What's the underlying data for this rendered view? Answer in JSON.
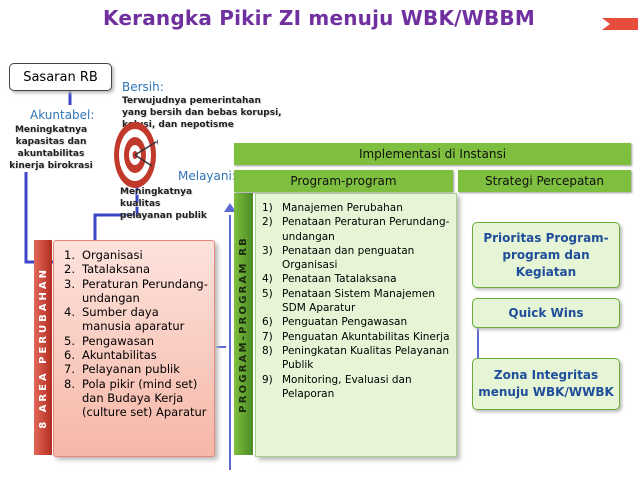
{
  "header": {
    "title": "Kerangka Pikir ZI menuju WBK/WBBM"
  },
  "goal": {
    "box_label": "Sasaran RB",
    "bersih": {
      "label": "Bersih:",
      "desc": "Terwujudnya pemerintahan yang bersih dan bebas korupsi, kolusi, dan nepotisme"
    },
    "akuntabel": {
      "label": "Akuntabel:",
      "desc": "Meningkatnya kapasitas dan akuntabilitas kinerja birokrasi"
    },
    "melayani": {
      "label": "Melayani:",
      "desc": "Meningkatnya kualitas pelayanan publik"
    }
  },
  "left_panel": {
    "band": "8 AREA PERUBAHAN",
    "items": [
      {
        "num": "1.",
        "text": "Organisasi"
      },
      {
        "num": "2.",
        "text": "Tatalaksana"
      },
      {
        "num": "3.",
        "text": "Peraturan Perundang-undangan"
      },
      {
        "num": "4.",
        "text": "Sumber daya manusia aparatur"
      },
      {
        "num": "5.",
        "text": "Pengawasan"
      },
      {
        "num": "6.",
        "text": "Akuntabilitas"
      },
      {
        "num": "7.",
        "text": "Pelayanan publik"
      },
      {
        "num": "8.",
        "text": "Pola pikir (mind set) dan Budaya Kerja (culture set) Aparatur"
      }
    ]
  },
  "implementation": {
    "header": "Implementasi di Instansi",
    "programs_header": "Program-program",
    "strategy_header": "Strategi Percepatan",
    "band": "PROGRAM-PROGRAM RB",
    "programs": [
      {
        "num": "1)",
        "text": "Manajemen Perubahan"
      },
      {
        "num": "2)",
        "text": "Penataan Peraturan Perundang-undangan"
      },
      {
        "num": "3)",
        "text": "Penataan dan penguatan Organisasi"
      },
      {
        "num": "4)",
        "text": "Penataan Tatalaksana"
      },
      {
        "num": "5)",
        "text": "Penataan Sistem Manajemen SDM Aparatur"
      },
      {
        "num": "6)",
        "text": "Penguatan Pengawasan"
      },
      {
        "num": "7)",
        "text": "Penguatan Akuntabilitas Kinerja"
      },
      {
        "num": "8)",
        "text": "Peningkatan Kualitas Pelayanan Publik"
      },
      {
        "num": "9)",
        "text": "Monitoring, Evaluasi dan Pelaporan"
      }
    ],
    "strategies": [
      "Prioritas Program-program dan Kegiatan",
      "Quick Wins",
      "Zona Integritas menuju WBK/WWBK"
    ]
  },
  "colors": {
    "title": "#7030a0",
    "accent_blue": "#2e74b5",
    "green_bar": "#7fbf3f",
    "area_band": "#c0392b",
    "program_band": "#4f8a2e",
    "connector": "#3b46c9"
  }
}
